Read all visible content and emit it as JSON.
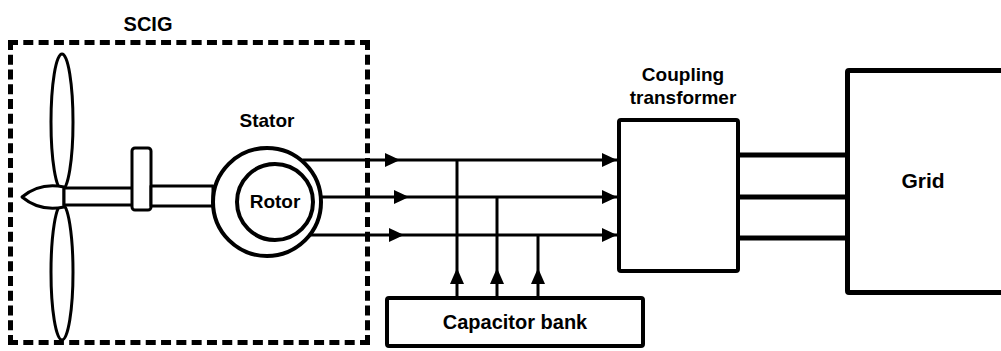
{
  "diagram": {
    "nodes": [
      {
        "text": [
          "SCIG"
        ]
      },
      {
        "text": [
          "Stator"
        ],
        "in": 0
      },
      {
        "text": [
          "Rotor"
        ],
        "in": 1
      },
      {
        "text": [
          "Coupling transformer"
        ]
      },
      {
        "text": [
          "Grid"
        ]
      },
      {
        "text": [
          "Capacitor bank"
        ]
      }
    ],
    "edges": [
      {
        "from": 1,
        "to": 3,
        "arrow": "to"
      },
      {
        "from": 1,
        "to": 3,
        "arrow": "to"
      },
      {
        "from": 1,
        "to": 3,
        "arrow": "to"
      },
      {
        "from": 3,
        "to": 4,
        "arrow": "none"
      },
      {
        "from": 3,
        "to": 4,
        "arrow": "none"
      },
      {
        "from": 3,
        "to": 4,
        "arrow": "none"
      }
    ]
  }
}
